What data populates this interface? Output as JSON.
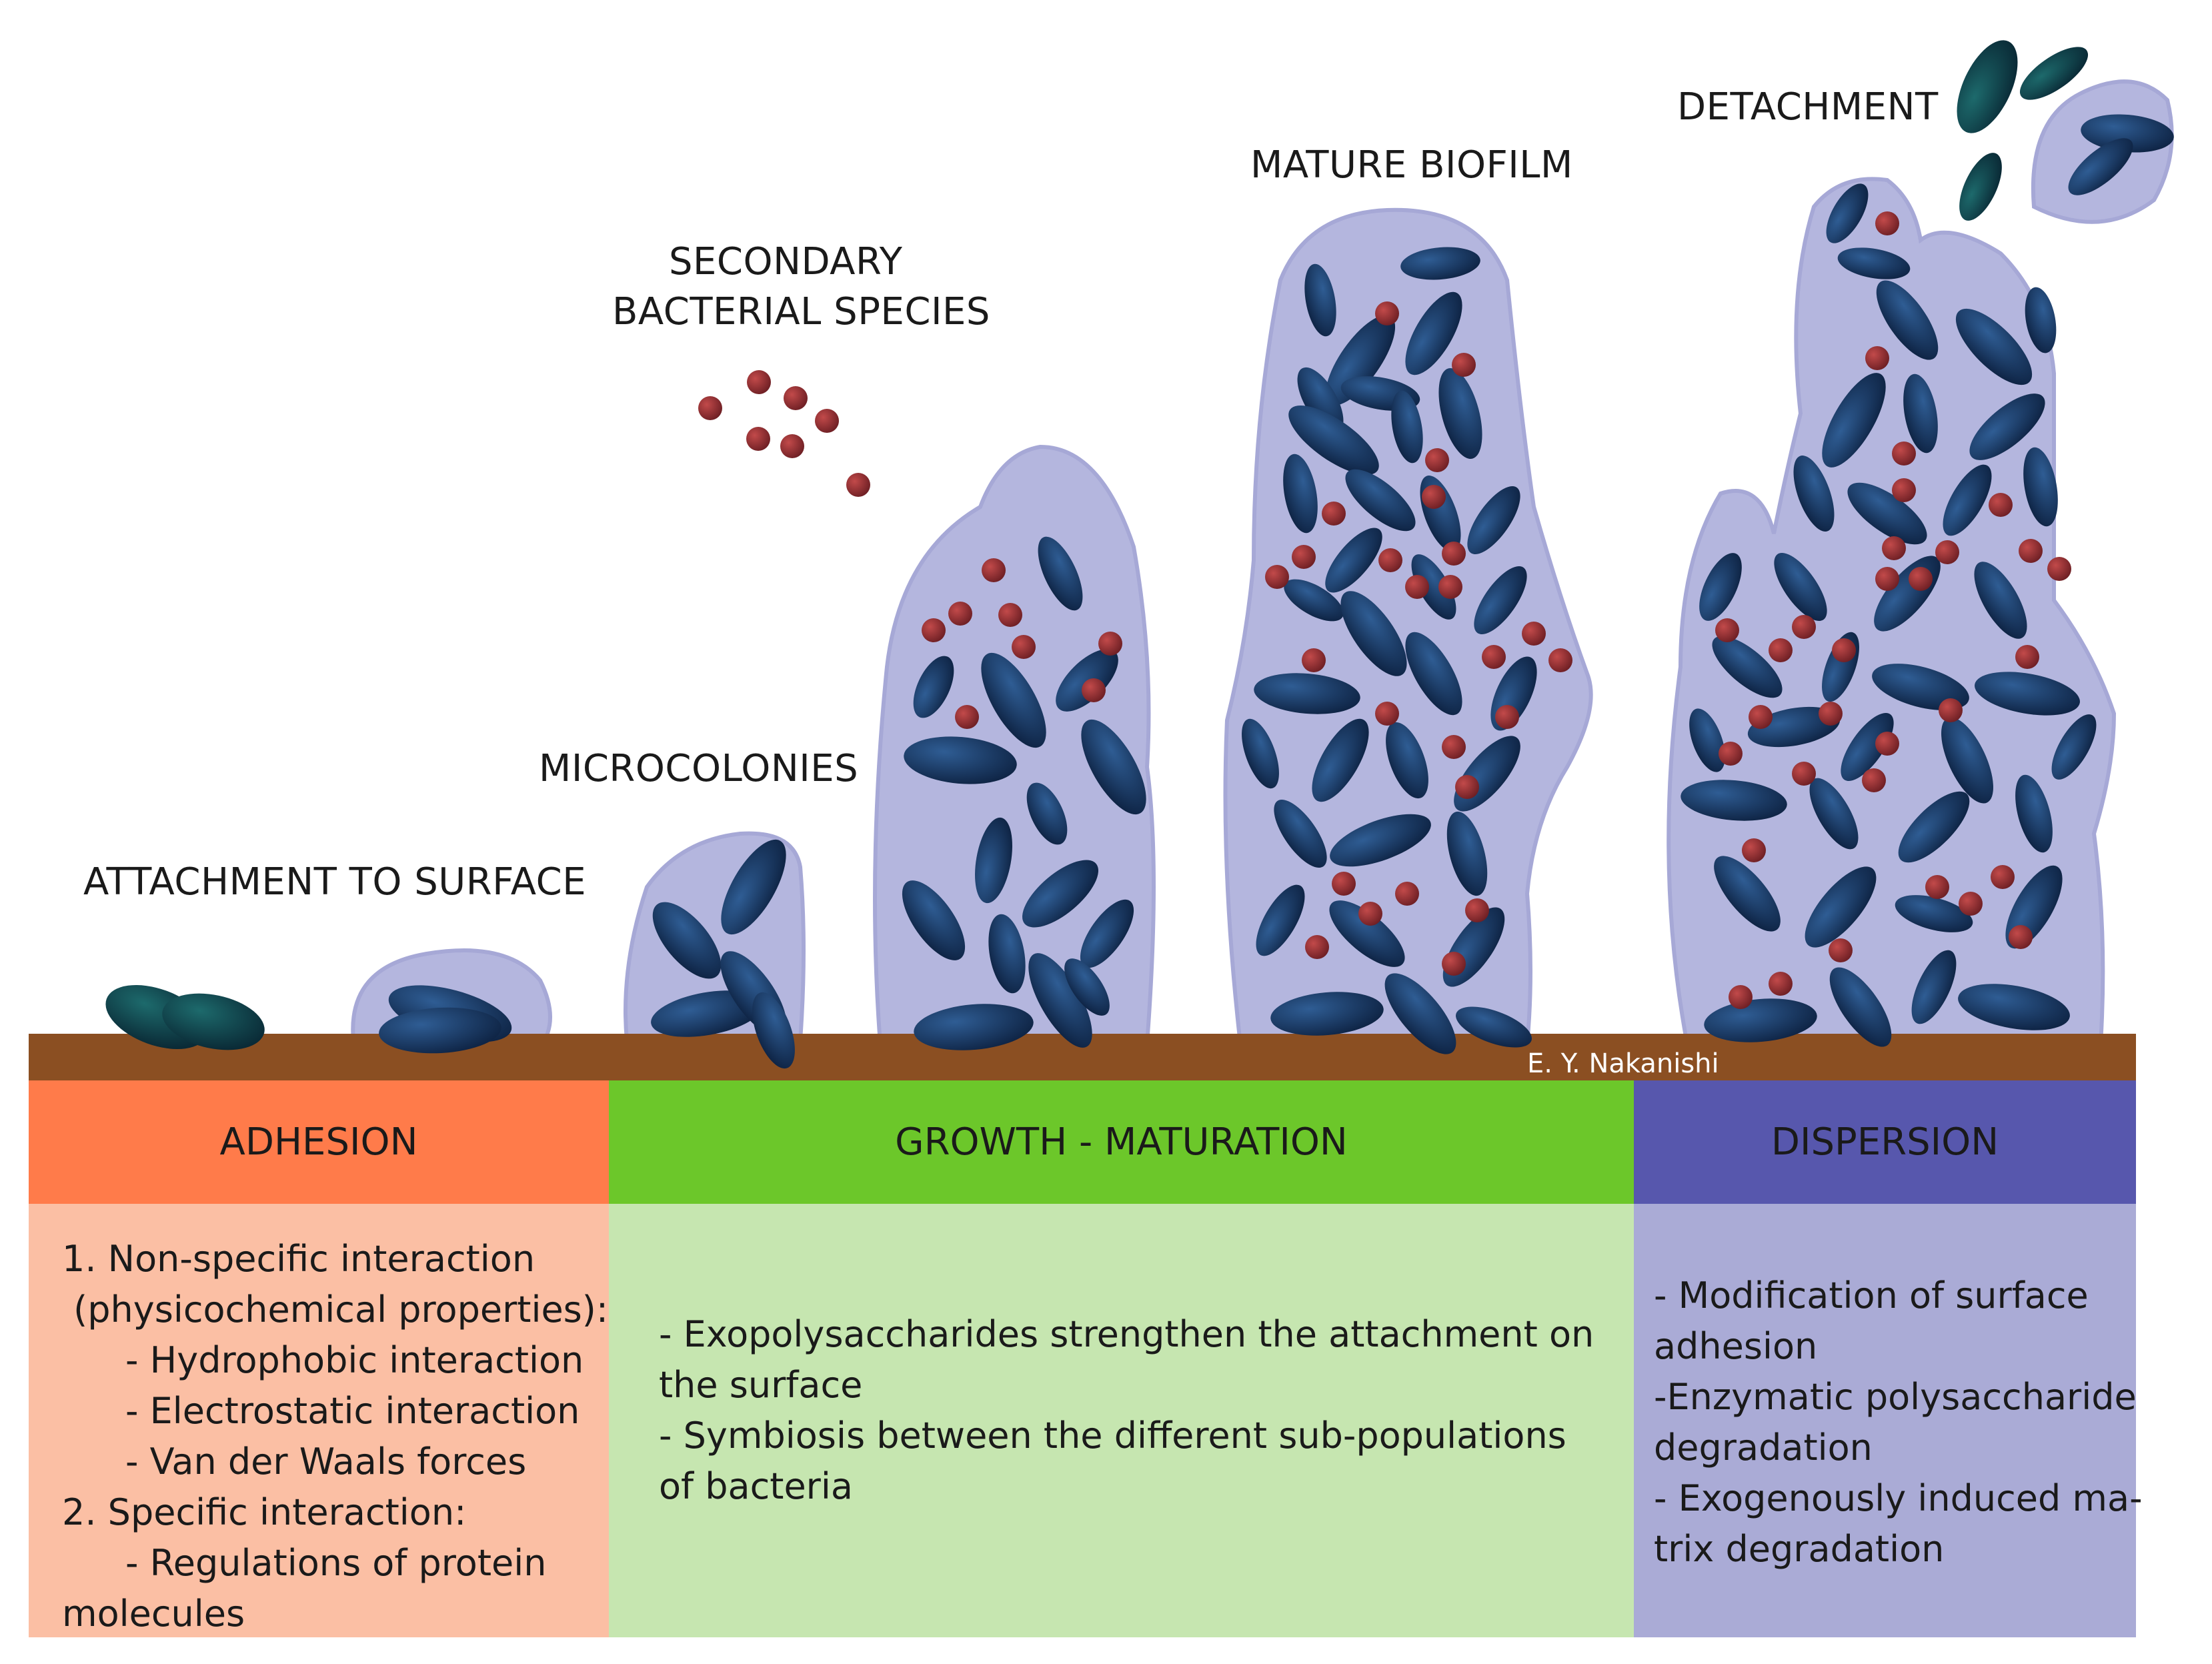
{
  "stage_labels": {
    "attachment": "ATTACHMENT TO SURFACE",
    "microcolonies": "MICROCOLONIES",
    "secondary_line1": "SECONDARY",
    "secondary_line2": "BACTERIAL SPECIES",
    "mature": "MATURE BIOFILM",
    "detachment": "DETACHMENT"
  },
  "credit": "E. Y. Nakanishi",
  "phases": {
    "adhesion": {
      "title": "ADHESION",
      "header_color": "#ff7b4a",
      "body_color": "#fbbfa4",
      "lines": [
        "1. Non-specific interaction",
        " (physicochemical properties):",
        "- Hydrophobic interaction",
        "- Electrostatic interaction",
        "- Van der Waals forces",
        "2. Specific interaction:",
        "- Regulations of protein",
        "molecules"
      ]
    },
    "growth": {
      "title": "GROWTH - MATURATION",
      "header_color": "#6cc72a",
      "body_color": "#c6e6b0",
      "lines": [
        "- Exopolysaccharides strengthen the attachment on",
        "the surface",
        "- Symbiosis between the different sub-populations",
        "of bacteria"
      ]
    },
    "dispersion": {
      "title": "DISPERSION",
      "header_color": "#5757ad",
      "body_color": "#aaabd6",
      "lines": [
        "- Modification of surface",
        "adhesion",
        "-Enzymatic polysaccharide",
        "degradation",
        "- Exogenously induced ma-",
        "trix degradation"
      ]
    }
  },
  "colors": {
    "surface": "#8b4f22",
    "matrix": "#b4b6de",
    "bacterium": "#1e3f6e",
    "bacterium_dark": "#12294e",
    "secondary_species": "#8c2d2d",
    "detached": "#0f4a4e"
  }
}
